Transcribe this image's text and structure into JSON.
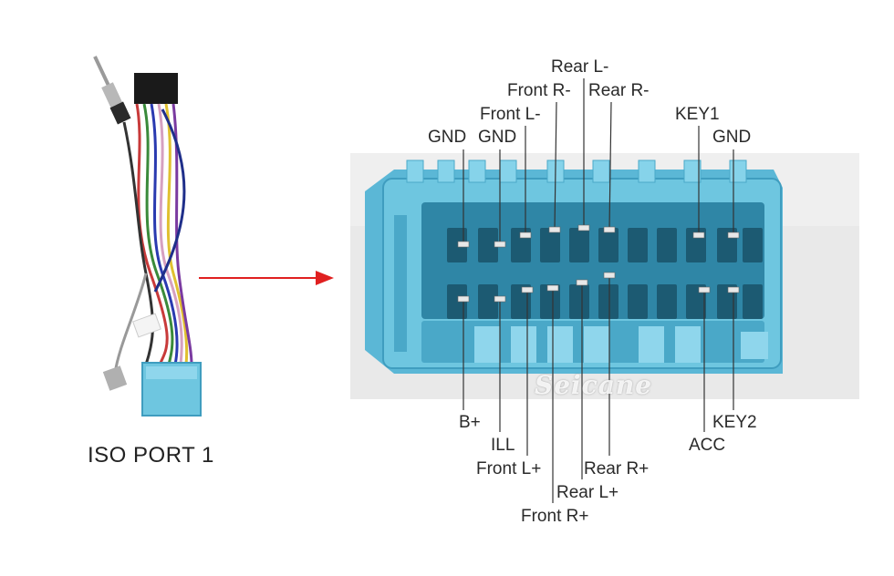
{
  "caption": "ISO PORT 1",
  "watermark": "Seicane",
  "colors": {
    "connector": "#6ec6e0",
    "connector_dark": "#3f9dbf",
    "arrow": "#e02020",
    "photo_bg": "#e9e9e9",
    "text": "#2a2a2a"
  },
  "top_labels": [
    "Rear L-",
    "Front R-",
    "Rear R-",
    "Front L-",
    "GND",
    "GND",
    "KEY1",
    "GND"
  ],
  "bottom_labels": [
    "B+",
    "ILL",
    "Front L+",
    "Front R+",
    "Rear L+",
    "Rear R+",
    "ACC",
    "KEY2"
  ]
}
